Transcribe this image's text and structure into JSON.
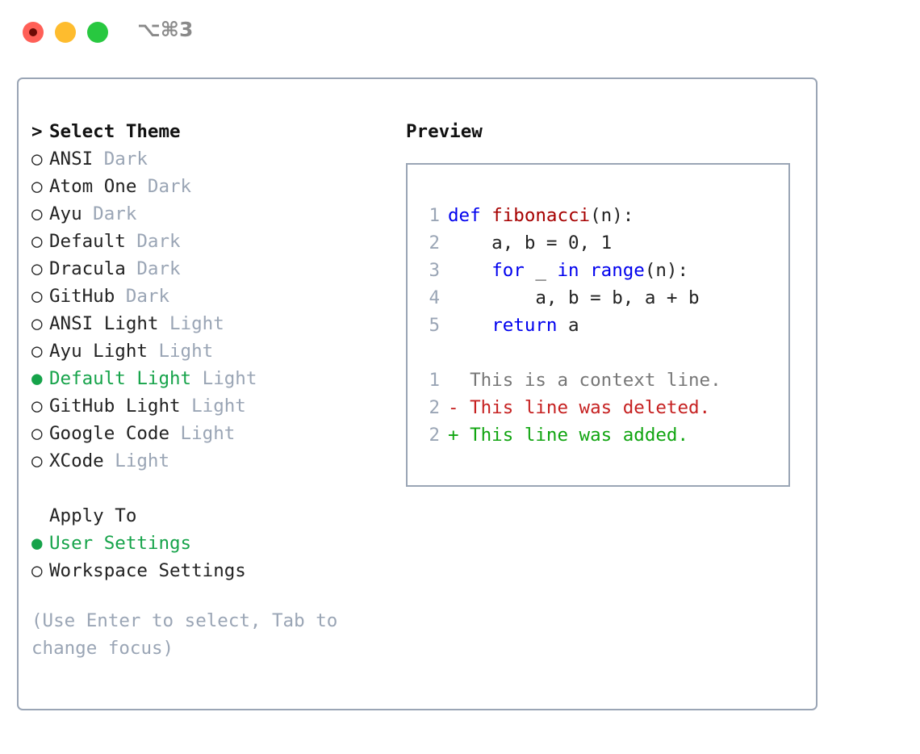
{
  "window": {
    "title_shortcut": "⌥⌘3",
    "traffic_lights": [
      {
        "name": "close",
        "color": "#ff5f57"
      },
      {
        "name": "minimize",
        "color": "#febc2e"
      },
      {
        "name": "maximize",
        "color": "#28c840"
      }
    ],
    "border_color": "#9aa5b5"
  },
  "theme_picker": {
    "header_prefix": ">",
    "header": "Select Theme",
    "marker_selected": "●",
    "marker_unselected": "○",
    "accent_color": "#16a34a",
    "dim_color": "#9aa5b5",
    "items": [
      {
        "marker": "○",
        "label": "ANSI",
        "tag": "Dark",
        "selected": false
      },
      {
        "marker": "○",
        "label": "Atom One",
        "tag": "Dark",
        "selected": false
      },
      {
        "marker": "○",
        "label": "Ayu",
        "tag": "Dark",
        "selected": false
      },
      {
        "marker": "○",
        "label": "Default",
        "tag": "Dark",
        "selected": false
      },
      {
        "marker": "○",
        "label": "Dracula",
        "tag": "Dark",
        "selected": false
      },
      {
        "marker": "○",
        "label": "GitHub",
        "tag": "Dark",
        "selected": false
      },
      {
        "marker": "○",
        "label": "ANSI Light",
        "tag": "Light",
        "selected": false
      },
      {
        "marker": "○",
        "label": "Ayu Light",
        "tag": "Light",
        "selected": false
      },
      {
        "marker": "●",
        "label": "Default Light",
        "tag": "Light",
        "selected": true
      },
      {
        "marker": "○",
        "label": "GitHub Light",
        "tag": "Light",
        "selected": false
      },
      {
        "marker": "○",
        "label": "Google Code",
        "tag": "Light",
        "selected": false
      },
      {
        "marker": "○",
        "label": "XCode",
        "tag": "Light",
        "selected": false
      }
    ]
  },
  "apply_to": {
    "label": "Apply To",
    "items": [
      {
        "marker": "●",
        "label": "User Settings",
        "selected": true
      },
      {
        "marker": "○",
        "label": "Workspace Settings",
        "selected": false
      }
    ]
  },
  "hint": "(Use Enter to select, Tab to change focus)",
  "preview": {
    "title": "Preview",
    "code_lines": [
      {
        "num": "1",
        "tokens": [
          {
            "text": "def ",
            "cls": "kw"
          },
          {
            "text": "fibonacci",
            "cls": "fn"
          },
          {
            "text": "(n):",
            "cls": "pl"
          }
        ]
      },
      {
        "num": "2",
        "tokens": [
          {
            "text": "    a, b = 0, 1",
            "cls": "pl"
          }
        ]
      },
      {
        "num": "3",
        "tokens": [
          {
            "text": "    ",
            "cls": "pl"
          },
          {
            "text": "for",
            "cls": "kw"
          },
          {
            "text": " _ ",
            "cls": "pl"
          },
          {
            "text": "in",
            "cls": "kw"
          },
          {
            "text": " ",
            "cls": "pl"
          },
          {
            "text": "range",
            "cls": "kw"
          },
          {
            "text": "(n):",
            "cls": "pl"
          }
        ]
      },
      {
        "num": "4",
        "tokens": [
          {
            "text": "        a, b = b, a + b",
            "cls": "pl"
          }
        ]
      },
      {
        "num": "5",
        "tokens": [
          {
            "text": "    ",
            "cls": "pl"
          },
          {
            "text": "return",
            "cls": "kw"
          },
          {
            "text": " a",
            "cls": "pl"
          }
        ]
      }
    ],
    "diff_lines": [
      {
        "num": "1",
        "sign": " ",
        "text": "This is a context line.",
        "cls": "ctx"
      },
      {
        "num": "2",
        "sign": "-",
        "text": "This line was deleted.",
        "cls": "del"
      },
      {
        "num": "2",
        "sign": "+",
        "text": "This line was added.",
        "cls": "add"
      }
    ]
  }
}
